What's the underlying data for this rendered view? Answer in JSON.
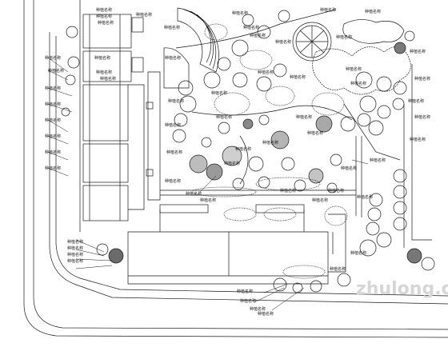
{
  "drawing": {
    "kind": "landscape site plan (CAD line drawing)",
    "line_color": "#1a1a1a",
    "background": "#ffffff",
    "label_text": "种植名称",
    "label_count": 62
  },
  "watermark": {
    "text": "zhulong.com",
    "color": "#d6d6d6"
  }
}
